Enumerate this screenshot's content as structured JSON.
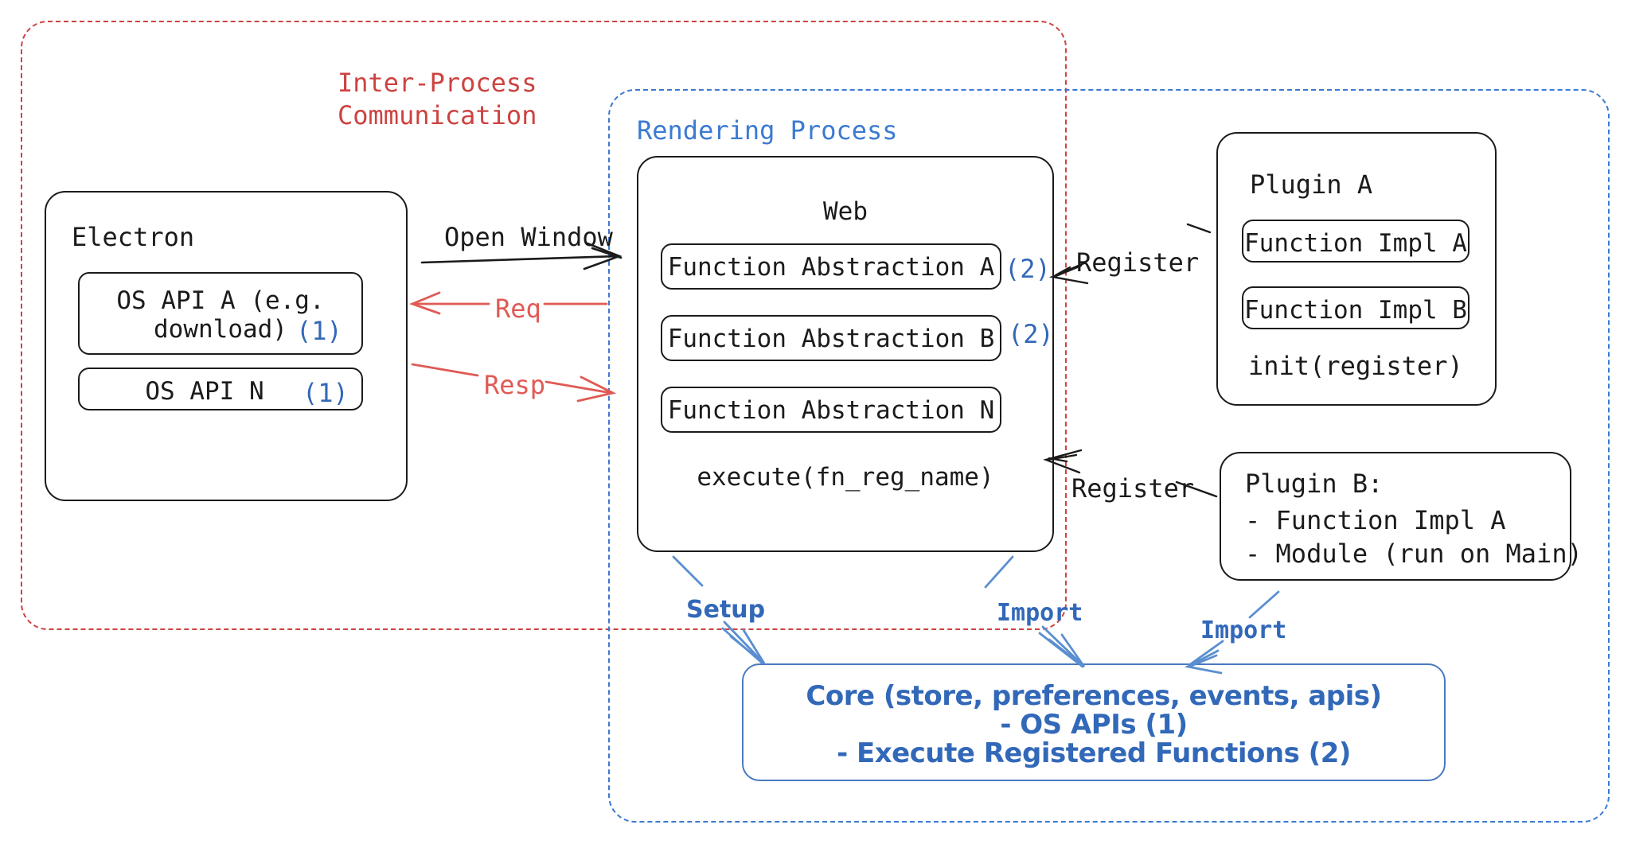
{
  "diagram": {
    "title": "Electron plugin architecture",
    "colors": {
      "ipc_red": "#cc4340",
      "render_blue": "#3b7ad1",
      "label_blue": "#3268b8",
      "stroke_black": "#1b1b1b"
    },
    "groups": {
      "ipc": {
        "label": "Inter-Process\nCommunication",
        "style": "dashed-red"
      },
      "rendering": {
        "label": "Rendering Process",
        "style": "dashed-blue"
      }
    },
    "electron": {
      "title": "Electron",
      "items": [
        {
          "label": "OS API A (e.g.\ndownload)",
          "tag": "(1)"
        },
        {
          "label": "OS API N",
          "tag": "(1)"
        }
      ]
    },
    "web": {
      "title": "Web",
      "items": [
        {
          "label": "Function Abstraction A",
          "tag": "(2)"
        },
        {
          "label": "Function Abstraction B",
          "tag": "(2)"
        },
        {
          "label": "Function Abstraction N",
          "tag": ""
        }
      ],
      "footer": "execute(fn_reg_name)"
    },
    "plugin_a": {
      "title": "Plugin A",
      "items": [
        "Function Impl A",
        "Function Impl B"
      ],
      "footer": "init(register)"
    },
    "plugin_b": {
      "title": "Plugin B:",
      "lines": [
        "- Function Impl A",
        "- Module (run on Main)"
      ]
    },
    "core": {
      "lines": [
        "Core (store, preferences, events, apis)",
        "- OS APIs (1)",
        "- Execute Registered Functions (2)"
      ]
    },
    "arrows": [
      {
        "id": "open-window",
        "label": "Open Window",
        "color": "#1b1b1b",
        "direction": "right"
      },
      {
        "id": "req",
        "label": "Req",
        "color": "#e05a55",
        "direction": "left"
      },
      {
        "id": "resp",
        "label": "Resp",
        "color": "#e05a55",
        "direction": "right"
      },
      {
        "id": "register-a",
        "label": "Register",
        "color": "#1b1b1b",
        "direction": "left"
      },
      {
        "id": "register-b",
        "label": "Register",
        "color": "#1b1b1b",
        "direction": "left"
      },
      {
        "id": "setup",
        "label": "Setup",
        "color": "#5a8ed0",
        "direction": "down"
      },
      {
        "id": "import-web",
        "label": "Import",
        "color": "#5a8ed0",
        "direction": "down"
      },
      {
        "id": "import-plugin-b",
        "label": "Import",
        "color": "#5a8ed0",
        "direction": "down"
      }
    ]
  }
}
